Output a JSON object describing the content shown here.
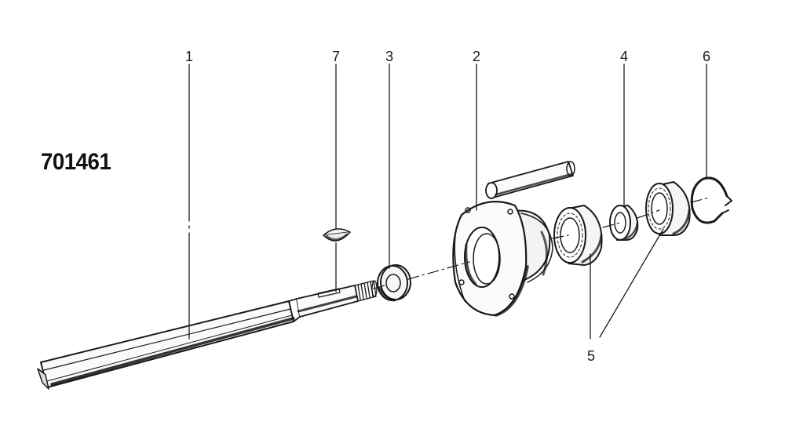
{
  "drawing_number": "701461",
  "callouts": {
    "shaft": "1",
    "hub": "2",
    "washer": "3",
    "spacer": "4",
    "bearings": "5",
    "circlip": "6",
    "woodruff_key": "7"
  },
  "colors": {
    "ink": "#1a1a1a",
    "paper": "#ffffff"
  }
}
